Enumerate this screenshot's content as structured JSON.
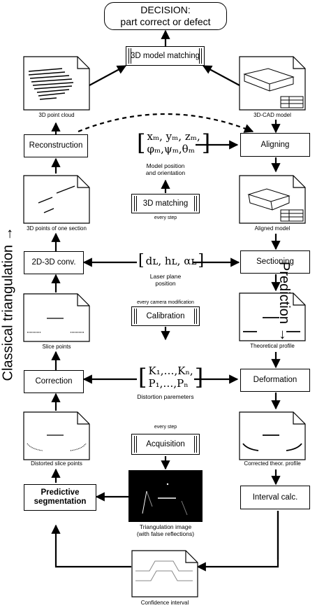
{
  "decision": {
    "line1": "DECISION:",
    "line2": "part correct or defect"
  },
  "model_matching": "3D model matching",
  "point_cloud": "3D point cloud",
  "cad_model": "3D-CAD model",
  "reconstruction": "Reconstruction",
  "aligning": "Aligning",
  "model_params": {
    "line1": "xₘ, yₘ, zₘ,",
    "line2": "φₘ,ψₘ,θₘ"
  },
  "model_pos_caption": {
    "line1": "Model position",
    "line2": "and orientation"
  },
  "matching_3d": "3D matching",
  "every_step_1": "every step",
  "points_section": "3D points of one section",
  "aligned_model": "Aligned model",
  "conv": "2D-3D conv.",
  "laser_params": "dʟ, hʟ, αʟ",
  "laser_caption": {
    "line1": "Laser plane",
    "line2": "position"
  },
  "sectioning": "Sectioning",
  "every_cam_mod": "every camera modification",
  "calibration": "Calibration",
  "slice_points": "Slice points",
  "theo_profile": "Theoretical profile",
  "correction": "Correction",
  "deformation": "Deformation",
  "dist_params": {
    "line1": "K₁,…,Kₙ,",
    "line2": "P₁,…,Pₙ"
  },
  "dist_caption": "Distortion paremeters",
  "every_step_2": "every step",
  "acquisition": "Acquisition",
  "distorted_points": "Distorted slice points",
  "corrected_profile": "Corrected theor. profile",
  "predictive": {
    "line1": "Predictive",
    "line2": "segmentation"
  },
  "interval_calc": "Interval calc.",
  "tri_caption": {
    "line1": "Triangulation image",
    "line2": "(with false reflections)"
  },
  "confidence": "Confidence interval",
  "side_left": "Classical triangulation →",
  "side_right": "Prediction →"
}
